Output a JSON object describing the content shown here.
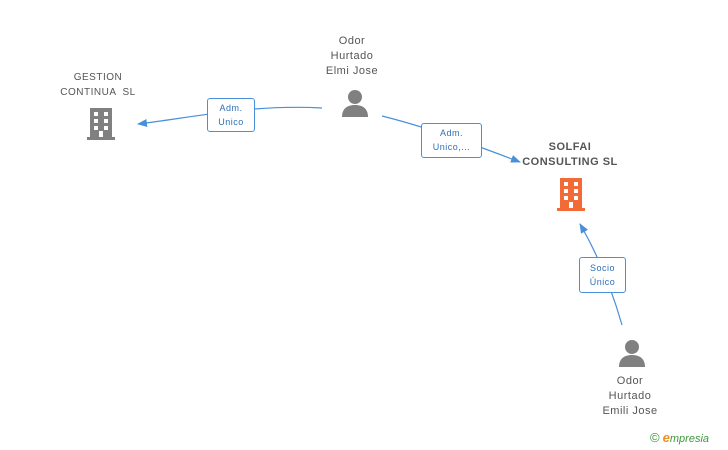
{
  "nodes": {
    "person_top": {
      "lines": [
        "Odor",
        "Hurtado",
        "Elmi Jose"
      ]
    },
    "person_bottom": {
      "lines": [
        "Odor",
        "Hurtado",
        "Emili Jose"
      ]
    },
    "company_gestion": {
      "lines": [
        "GESTION",
        "CONTINUA  SL"
      ]
    },
    "company_solfai": {
      "lines": [
        "SOLFAI",
        "CONSULTING SL"
      ]
    }
  },
  "edges": {
    "adm_unico": {
      "lines": [
        "Adm.",
        "Unico"
      ]
    },
    "adm_unico_trunc": {
      "lines": [
        "Adm.",
        "Unico,..."
      ]
    },
    "socio_unico": {
      "lines": [
        "Socio",
        "Único"
      ]
    }
  },
  "brand": {
    "copyright": "©",
    "e": "e",
    "rest": "mpresia"
  },
  "colors": {
    "person": "#808080",
    "company": "#808080",
    "company_focus": "#f26a35",
    "edge": "#4a8fd9"
  }
}
